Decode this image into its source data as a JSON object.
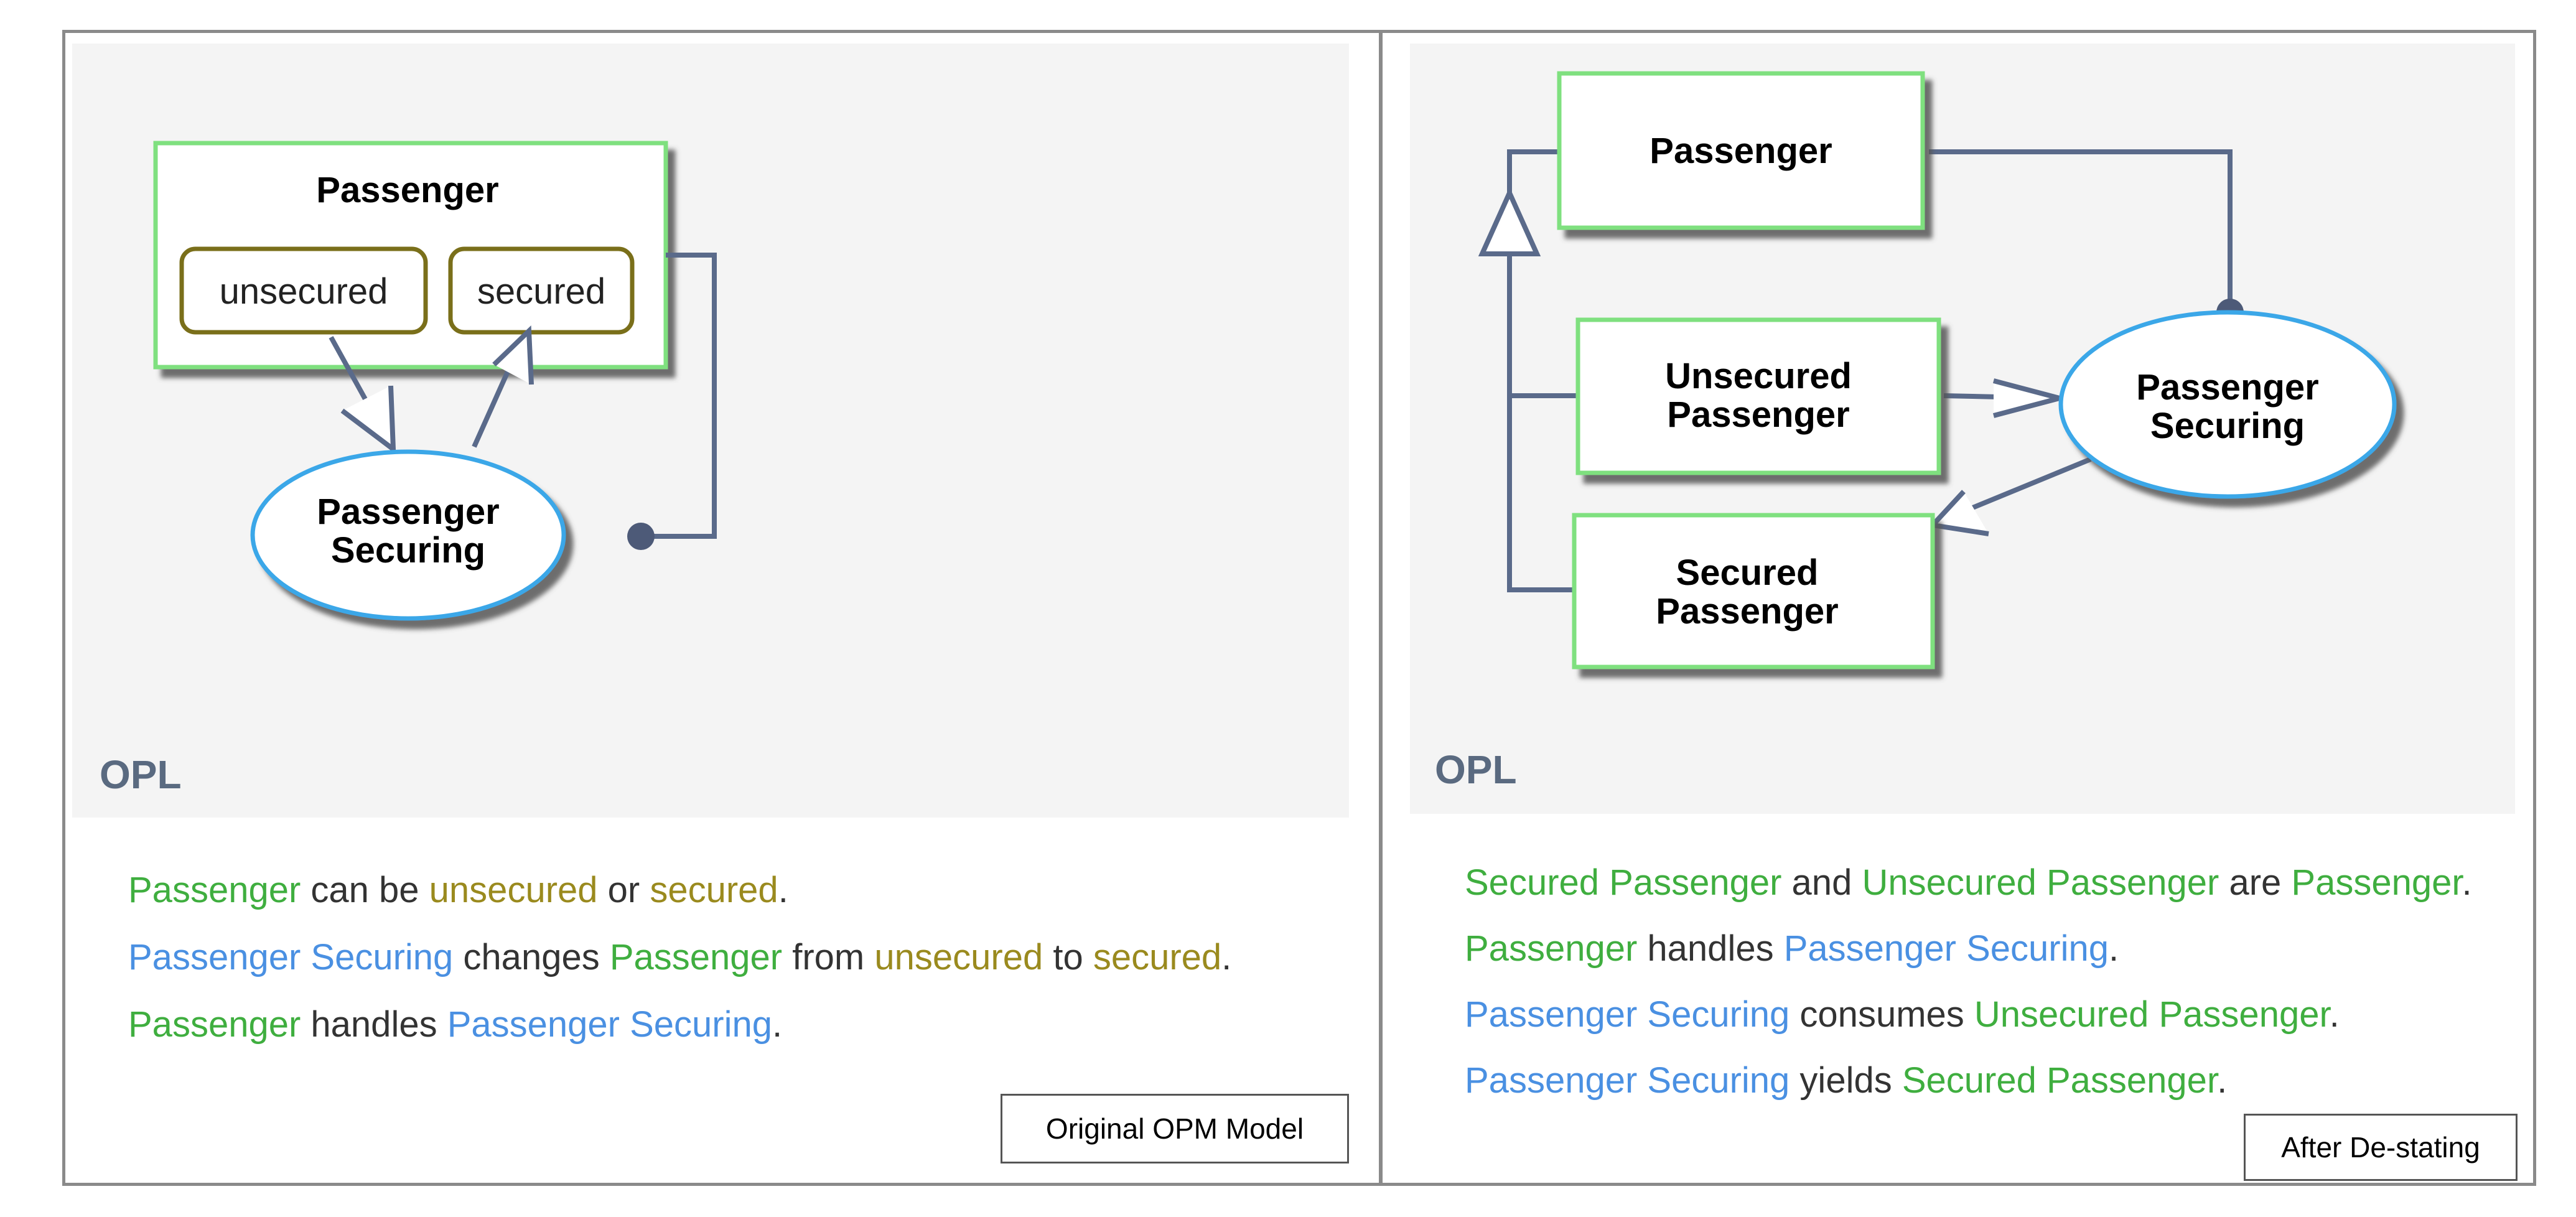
{
  "left": {
    "diagram": {
      "passenger": "Passenger",
      "state_unsecured": "unsecured",
      "state_secured": "secured",
      "process_line1": "Passenger",
      "process_line2": "Securing"
    },
    "opl_title": "OPL",
    "opl": [
      [
        {
          "t": "Passenger",
          "k": "obj"
        },
        {
          "t": " can be ",
          "k": "plain"
        },
        {
          "t": "unsecured",
          "k": "st"
        },
        {
          "t": " or ",
          "k": "plain"
        },
        {
          "t": "secured",
          "k": "st"
        },
        {
          "t": ".",
          "k": "plain"
        }
      ],
      [
        {
          "t": "Passenger Securing",
          "k": "proc"
        },
        {
          "t": " changes ",
          "k": "plain"
        },
        {
          "t": "Passenger",
          "k": "obj"
        },
        {
          "t": " from ",
          "k": "plain"
        },
        {
          "t": "unsecured",
          "k": "st"
        },
        {
          "t": " to ",
          "k": "plain"
        },
        {
          "t": "secured",
          "k": "st"
        },
        {
          "t": ".",
          "k": "plain"
        }
      ],
      [
        {
          "t": "Passenger",
          "k": "obj"
        },
        {
          "t": " handles ",
          "k": "plain"
        },
        {
          "t": "Passenger Securing",
          "k": "proc"
        },
        {
          "t": ".",
          "k": "plain"
        }
      ]
    ],
    "caption": "Original OPM Model"
  },
  "right": {
    "diagram": {
      "passenger": "Passenger",
      "unsecured_line1": "Unsecured",
      "unsecured_line2": "Passenger",
      "secured_line1": "Secured",
      "secured_line2": "Passenger",
      "process_line1": "Passenger",
      "process_line2": "Securing"
    },
    "opl_title": "OPL",
    "opl": [
      [
        {
          "t": "Secured Passenger",
          "k": "obj"
        },
        {
          "t": " and ",
          "k": "plain"
        },
        {
          "t": "Unsecured Passenger",
          "k": "obj"
        },
        {
          "t": " are ",
          "k": "plain"
        },
        {
          "t": "Passenger",
          "k": "obj"
        },
        {
          "t": ".",
          "k": "plain"
        }
      ],
      [
        {
          "t": "Passenger",
          "k": "obj"
        },
        {
          "t": " handles ",
          "k": "plain"
        },
        {
          "t": "Passenger Securing",
          "k": "proc"
        },
        {
          "t": ".",
          "k": "plain"
        }
      ],
      [
        {
          "t": "Passenger Securing",
          "k": "proc"
        },
        {
          "t": " consumes ",
          "k": "plain"
        },
        {
          "t": "Unsecured Passenger",
          "k": "obj"
        },
        {
          "t": ".",
          "k": "plain"
        }
      ],
      [
        {
          "t": "Passenger Securing",
          "k": "proc"
        },
        {
          "t": " yields ",
          "k": "plain"
        },
        {
          "t": "Secured Passenger",
          "k": "obj"
        },
        {
          "t": ".",
          "k": "plain"
        }
      ]
    ],
    "caption": "After De-stating"
  },
  "colors": {
    "object": "#3fae3f",
    "process": "#4a90e2",
    "state": "#9a8a1e",
    "link": "#5a6a8a",
    "object_border": "#7fe07f",
    "state_border": "#7a6f1a",
    "process_border": "#3aa7e8"
  }
}
